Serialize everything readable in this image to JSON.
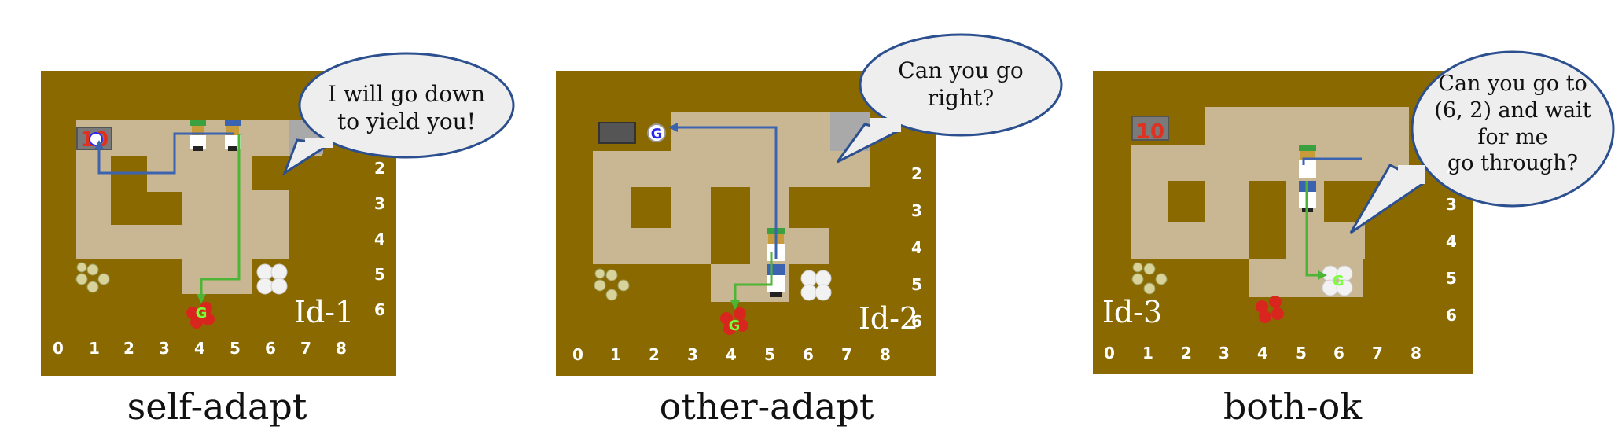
{
  "colors": {
    "board": "#8a6a00",
    "floor": "#c8b792",
    "agent_path": "#3b63b0",
    "partner_path": "#4cb535",
    "goal": "#2a2aee",
    "counter_number": "#e03020",
    "bubble_fill": "#eeeeee",
    "bubble_stroke": "#2b4f8f"
  },
  "axis_ticks_x": [
    "0",
    "1",
    "2",
    "3",
    "4",
    "5",
    "6",
    "7",
    "8"
  ],
  "axis_ticks_y": [
    "2",
    "3",
    "4",
    "5",
    "6"
  ],
  "panels": [
    {
      "id_label": "Id-1",
      "caption": "self-adapt",
      "speech": [
        "I will go down",
        "to yield you!"
      ],
      "goal_label": "G",
      "counter_label": "10"
    },
    {
      "id_label": "Id-2",
      "caption": "other-adapt",
      "speech": [
        "Can you go",
        "right?"
      ],
      "goal_label": "G",
      "counter_label": ""
    },
    {
      "id_label": "Id-3",
      "caption": "both-ok",
      "speech": [
        "Can you go to",
        "(6, 2) and wait",
        "for me",
        "go through?"
      ],
      "goal_label": "G",
      "counter_label": "10"
    }
  ]
}
